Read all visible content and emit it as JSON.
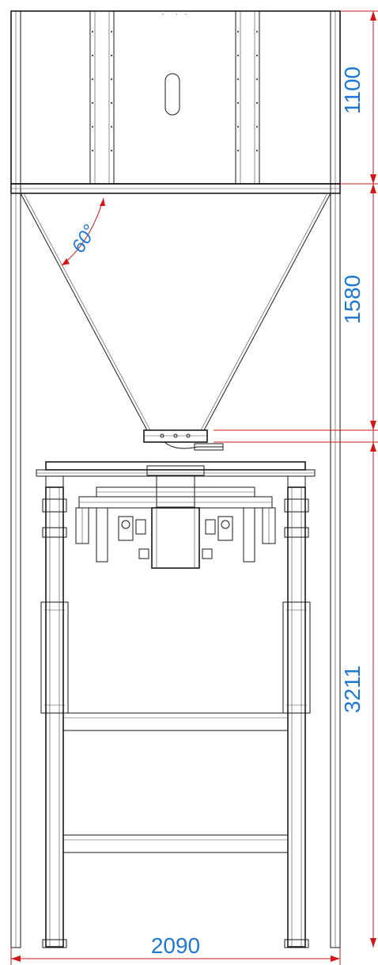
{
  "dimensions": {
    "bin_height": "1100",
    "hopper_height": "1580",
    "frame_height": "3211",
    "overall_width": "2090"
  },
  "angle_label": "60°",
  "colors": {
    "dimension_text": "#1e78d2",
    "dimension_line": "#d01818",
    "drawing_line": "#1a1a1a"
  }
}
